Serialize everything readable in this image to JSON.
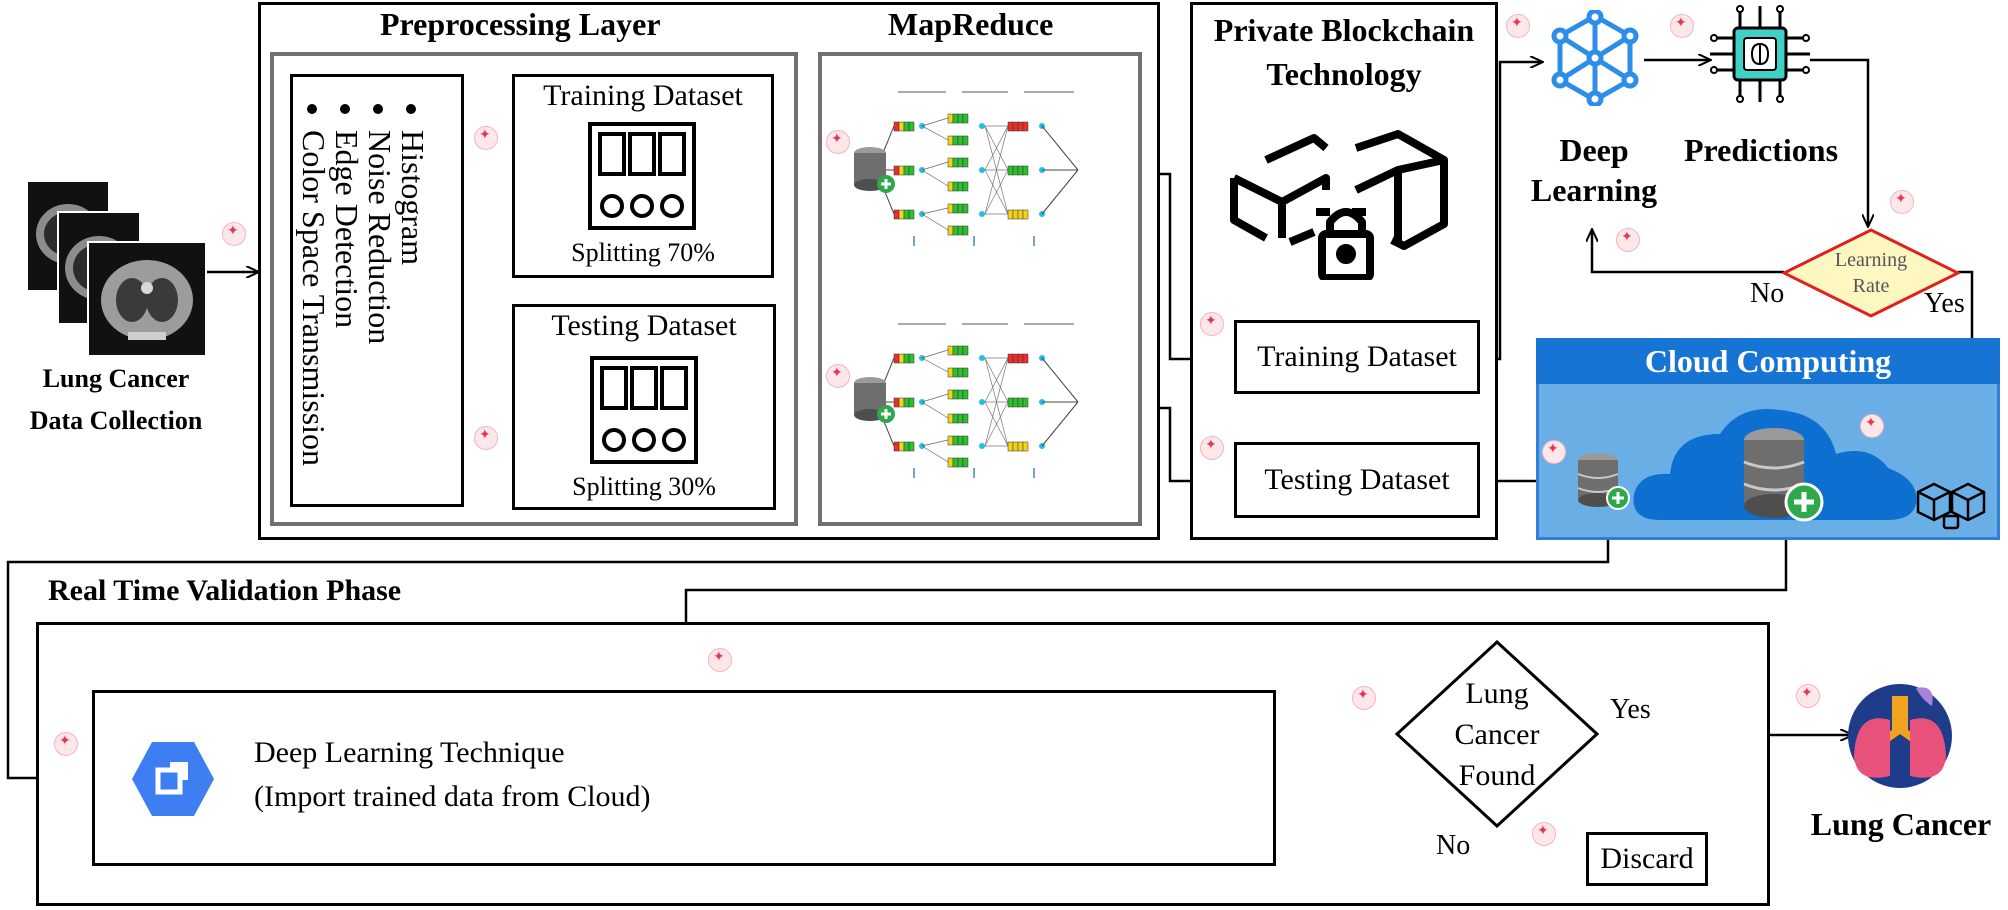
{
  "input": {
    "label_line1": "Lung Cancer",
    "label_line2": "Data Collection"
  },
  "preprocessing": {
    "title": "Preprocessing Layer",
    "steps": [
      "Histogram",
      "Noise Reduction",
      "Edge Detection",
      "Color Space Transmission"
    ],
    "training": {
      "label": "Training Dataset",
      "split": "Splitting 70%"
    },
    "testing": {
      "label": "Testing Dataset",
      "split": "Splitting 30%"
    }
  },
  "mapreduce": {
    "title": "MapReduce"
  },
  "blockchain": {
    "title_line1": "Private Blockchain",
    "title_line2": "Technology",
    "training_label": "Training Dataset",
    "testing_label": "Testing Dataset"
  },
  "deep_learning": {
    "label_line1": "Deep",
    "label_line2": "Learning"
  },
  "predictions": {
    "label": "Predictions"
  },
  "learning_rate": {
    "label_line1": "Learning",
    "label_line2": "Rate",
    "no": "No",
    "yes": "Yes"
  },
  "cloud": {
    "title": "Cloud Computing"
  },
  "validation": {
    "title": "Real Time Validation Phase",
    "technique_line1": "Deep Learning Technique",
    "technique_line2": "(Import trained data from Cloud)",
    "decision_line1": "Lung",
    "decision_line2": "Cancer",
    "decision_line3": "Found",
    "yes": "Yes",
    "no": "No",
    "discard": "Discard",
    "result": "Lung Cancer"
  },
  "colors": {
    "cloud_header": "#1675d4",
    "cloud_band": "#6aaee6",
    "cloud_shape": "#0d6fd0",
    "diamond_fill": "#fff7c2",
    "diamond_stroke": "#e02020",
    "network_blue": "#2c8ee8",
    "chip_teal": "#3fd0c8"
  }
}
